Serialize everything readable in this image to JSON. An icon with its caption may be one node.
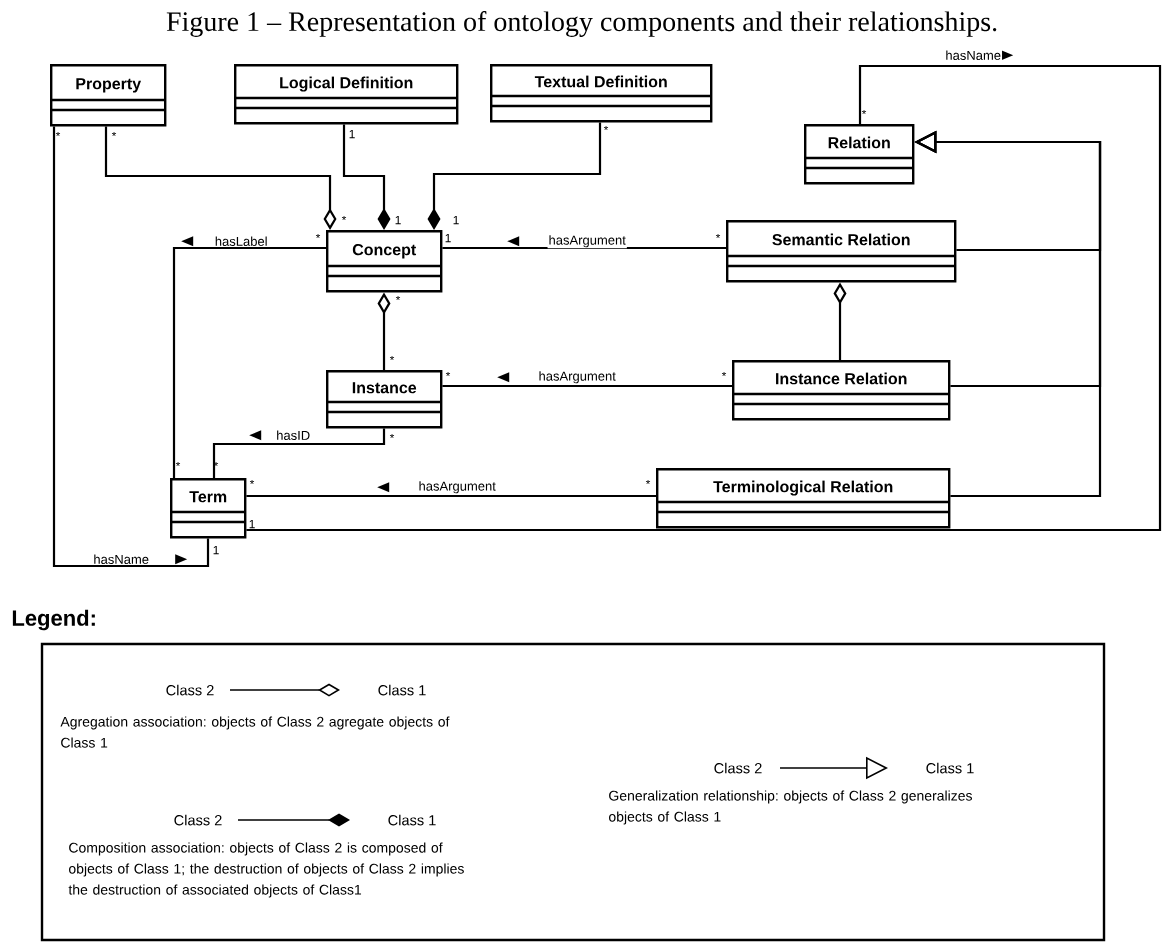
{
  "diagram": {
    "title": "Figure 1 – Representation of ontology components and their relationships.",
    "nodes": [
      {
        "text": [
          "Property"
        ]
      },
      {
        "text": [
          "Logical Definition"
        ]
      },
      {
        "text": [
          "Textual Definition"
        ]
      },
      {
        "text": [
          "Relation"
        ]
      },
      {
        "text": [
          "Concept"
        ]
      },
      {
        "text": [
          "Semantic Relation"
        ]
      },
      {
        "text": [
          "Instance"
        ]
      },
      {
        "text": [
          "Instance Relation"
        ]
      },
      {
        "text": [
          "Term"
        ]
      },
      {
        "text": [
          "Terminological Relation"
        ]
      }
    ],
    "edges": [
      {
        "from": 0,
        "to": 4,
        "arrow": "other"
      },
      {
        "from": 1,
        "to": 4,
        "arrow": "other"
      },
      {
        "from": 2,
        "to": 4,
        "arrow": "other"
      },
      {
        "from": 4,
        "to": 8,
        "arrow": "none",
        "label": "hasLabel"
      },
      {
        "from": 4,
        "to": 5,
        "arrow": "none",
        "label": "hasArgument"
      },
      {
        "from": 6,
        "to": 4,
        "arrow": "other"
      },
      {
        "from": 7,
        "to": 5,
        "arrow": "other"
      },
      {
        "from": 6,
        "to": 7,
        "arrow": "none",
        "label": "hasArgument"
      },
      {
        "from": 6,
        "to": 8,
        "arrow": "none",
        "label": "hasID"
      },
      {
        "from": 8,
        "to": 9,
        "arrow": "none",
        "label": "hasArgument"
      },
      {
        "from": 5,
        "to": 3,
        "arrow": "to"
      },
      {
        "from": 7,
        "to": 3,
        "arrow": "to"
      },
      {
        "from": 9,
        "to": 3,
        "arrow": "to"
      },
      {
        "from": 8,
        "to": 3,
        "arrow": "none",
        "label": "hasName"
      },
      {
        "from": 8,
        "to": 0,
        "arrow": "none",
        "label": "hasName"
      }
    ],
    "labels": [
      "*",
      "*",
      "1",
      "*",
      "*",
      "*",
      "1",
      "1",
      "*",
      "1",
      "*",
      "*",
      "*",
      "*",
      "*",
      "*",
      "*",
      "*",
      "*",
      "*",
      "1",
      "1",
      "Legend:",
      "Class 2",
      "Class 1",
      "Class 2",
      "Class 1",
      "Class 2",
      "Class 1"
    ],
    "legend": [
      {
        "text": "Agregation association: objects of Class 2 agregate objects of Class 1"
      },
      {
        "text": "Generalization relationship: objects of Class 2 generalizes objects of Class 1"
      },
      {
        "text": "Composition association: objects of Class 2 is composed of objects of Class 1; the destruction of objects of Class 2 implies the destruction of associated objects of Class1"
      }
    ]
  }
}
